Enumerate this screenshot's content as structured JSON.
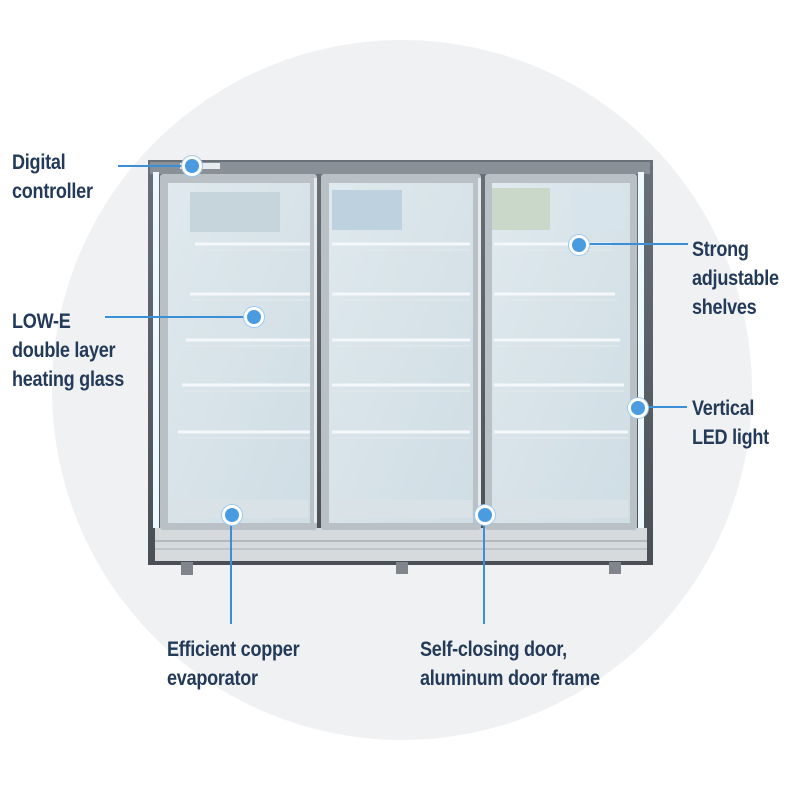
{
  "labels": {
    "digital_controller": [
      "Digital",
      "controller"
    ],
    "low_e": [
      "LOW-E",
      "double layer",
      "heating glass"
    ],
    "strong_shelves": [
      "Strong",
      "adjustable",
      "shelves"
    ],
    "vertical_led": [
      "Vertical",
      "LED light"
    ],
    "evaporator": [
      "Efficient copper",
      "evaporator"
    ],
    "self_closing": [
      "Self-closing door,",
      "aluminum door frame"
    ]
  },
  "colors": {
    "label_text": "#233a58",
    "callout": "#3a8fd6",
    "background_circle": "#f0f1f3"
  },
  "icons": {
    "callout_marker": "dot-icon"
  }
}
